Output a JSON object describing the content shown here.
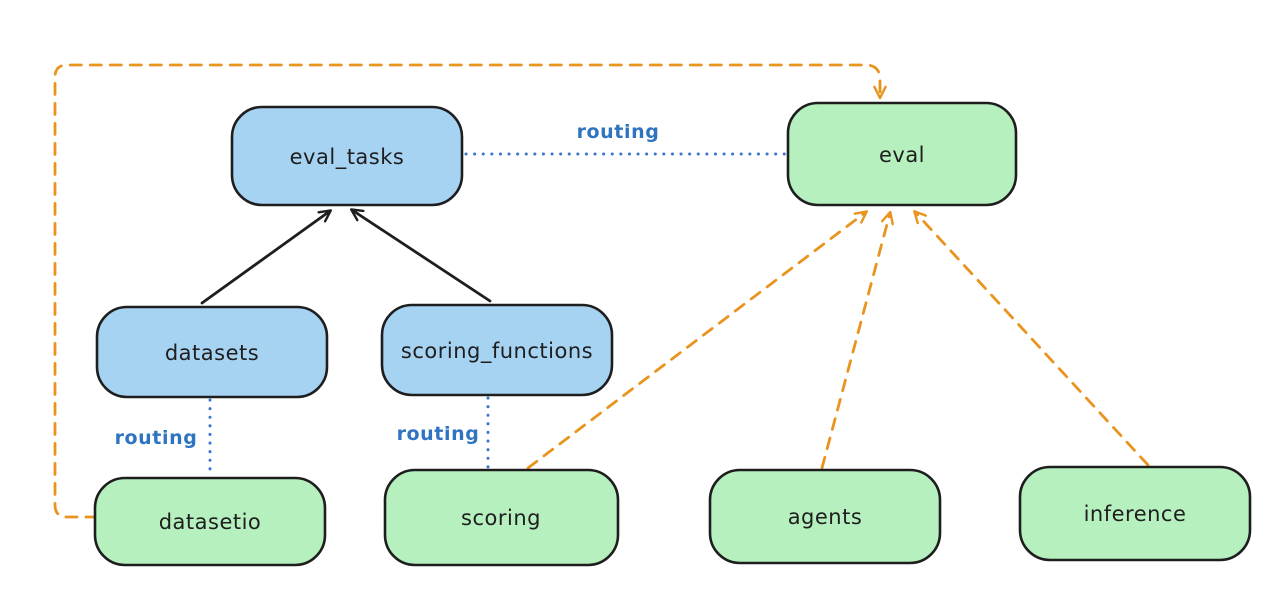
{
  "diagram": {
    "colors": {
      "blue_fill": "#a7d3f3",
      "green_fill": "#b5f0be",
      "stroke": "#1e1e1e",
      "orange_edge": "#e8941f",
      "routing_blue": "#2f74c0"
    },
    "nodes": {
      "eval_tasks": {
        "label": "eval_tasks"
      },
      "eval": {
        "label": "eval"
      },
      "datasets": {
        "label": "datasets"
      },
      "scoring_functions": {
        "label": "scoring_functions"
      },
      "datasetio": {
        "label": "datasetio"
      },
      "scoring": {
        "label": "scoring"
      },
      "agents": {
        "label": "agents"
      },
      "inference": {
        "label": "inference"
      }
    },
    "edge_labels": {
      "routing_eval_tasks_eval": "routing",
      "routing_datasets_datasetio": "routing",
      "routing_scoring_functions_scoring": "routing"
    }
  }
}
